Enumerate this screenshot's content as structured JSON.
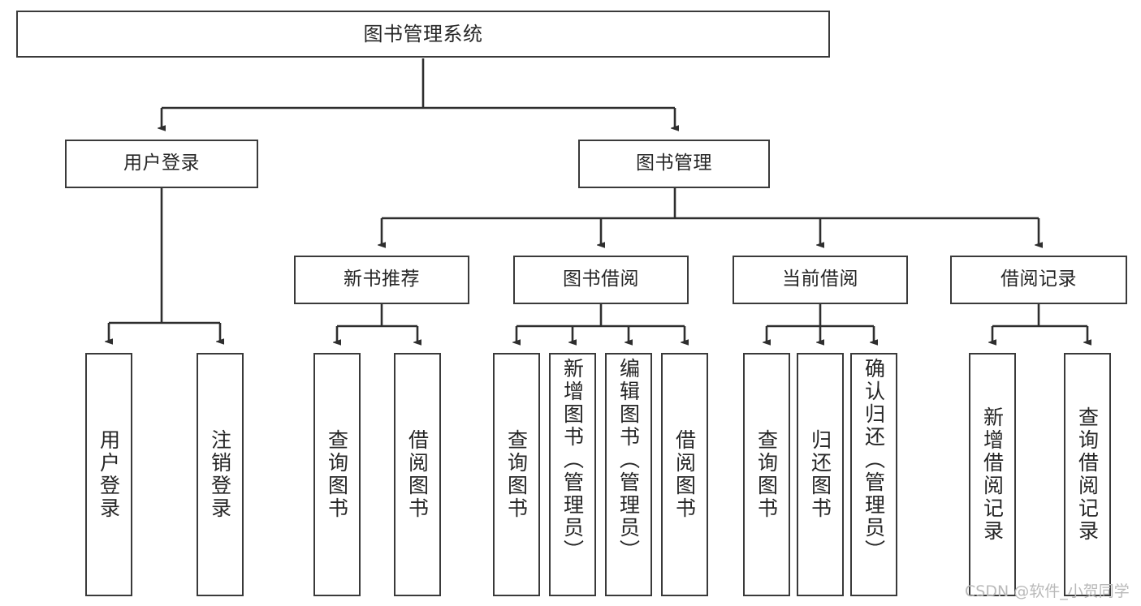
{
  "diagram": {
    "type": "tree",
    "title": "图书管理系统",
    "root": {
      "label": "图书管理系统"
    },
    "level1": [
      {
        "label": "用户登录"
      },
      {
        "label": "图书管理"
      }
    ],
    "level2": [
      {
        "label": "新书推荐"
      },
      {
        "label": "图书借阅"
      },
      {
        "label": "当前借阅"
      },
      {
        "label": "借阅记录"
      }
    ],
    "leaves": {
      "user_login": [
        {
          "label": "用户登录"
        },
        {
          "label": "注销登录"
        }
      ],
      "new_book_recommend": [
        {
          "label": "查询图书"
        },
        {
          "label": "借阅图书"
        }
      ],
      "book_borrow": [
        {
          "label": "查询图书"
        },
        {
          "label": "新增图书（管理员）"
        },
        {
          "label": "编辑图书（管理员）"
        },
        {
          "label": "借阅图书"
        }
      ],
      "current_borrow": [
        {
          "label": "查询图书"
        },
        {
          "label": "归还图书"
        },
        {
          "label": "确认归还（管理员）"
        }
      ],
      "borrow_record": [
        {
          "label": "新增借阅记录"
        },
        {
          "label": "查询借阅记录"
        }
      ]
    }
  },
  "watermark": {
    "text": "CSDN @软件_小贺同学"
  },
  "colors": {
    "border": "#3a3a3a",
    "text": "#262626",
    "background": "#ffffff",
    "watermark": "#b9b9b9"
  }
}
